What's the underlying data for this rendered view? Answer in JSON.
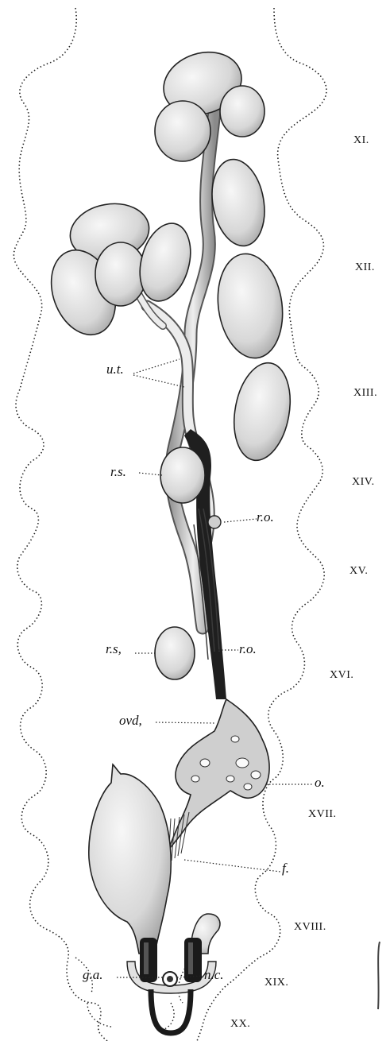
{
  "segments": [
    "XI.",
    "XII.",
    "XIII.",
    "XIV.",
    "XV.",
    "XVI.",
    "XVII.",
    "XVIII.",
    "XIX.",
    "XX."
  ],
  "labels": {
    "ut": "u.t.",
    "rs1": "r.s.",
    "rs2": "r.s,",
    "ro1": "r.o.",
    "ro2": "r.o.",
    "ovd": "ovd,",
    "o": "o.",
    "f": "f.",
    "ga": "g.a.",
    "nc": "n.c."
  },
  "colors": {
    "ink": "#111111",
    "organ_fill": "#e6e6e6",
    "organ_shade": "#bdbdbd",
    "dark_band": "#1a1a1a"
  }
}
